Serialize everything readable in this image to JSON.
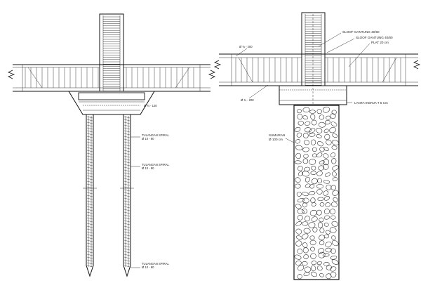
{
  "left_detail": {
    "labels": {
      "cap_tie": "Ø ¾ - 120",
      "pile_rebar_1": "TULANGAN SPIRAL",
      "pile_rebar_1_spec": "Ø 10 - 80",
      "pile_rebar_2": "TULANGAN SPIRAL",
      "pile_rebar_2_spec": "Ø 10 - 80",
      "pile_rebar_3": "TULANGAN SPIRAL",
      "pile_rebar_3_spec": "Ø 10 - 80"
    }
  },
  "right_detail": {
    "labels": {
      "sloof_1": "SLOOF GANTUNG 40/60",
      "sloof_2": "SLOOF GANTUNG 40/60",
      "plat": "PLAT 20 cm",
      "top_bar": "Ø ¾ - 200",
      "bottom_bar": "Ø ¾ - 200",
      "lantai_kerja": "LANTAI KERJA T 5 Cm",
      "sumuran": "SUMURAN",
      "sumuran_dia": "Ø 100 cm"
    }
  }
}
